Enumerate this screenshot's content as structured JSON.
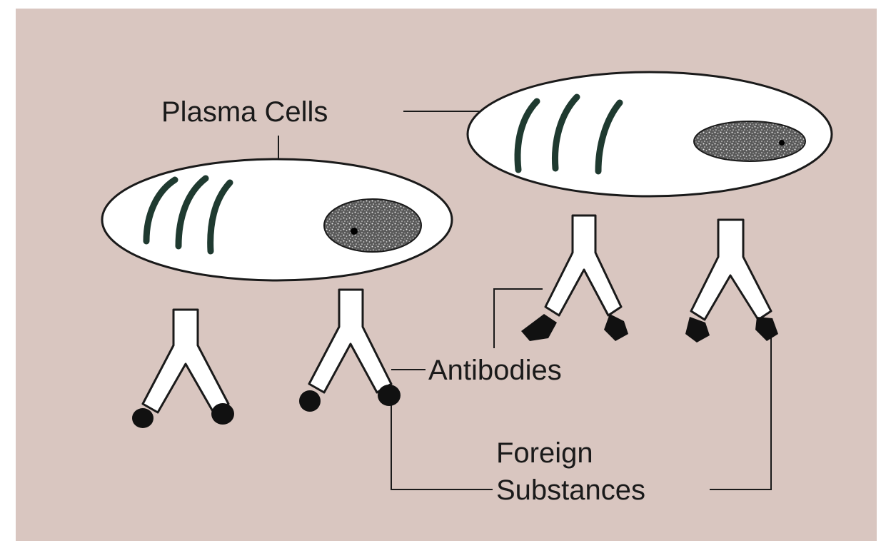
{
  "labels": {
    "plasma_cells": "Plasma Cells",
    "antibodies": "Antibodies",
    "foreign_line1": "Foreign",
    "foreign_line2": "Substances"
  },
  "colors": {
    "background": "#d9c6c0",
    "cell_fill": "#ffffff",
    "outline": "#1a1a1a",
    "antigen": "#1a1a1a"
  }
}
